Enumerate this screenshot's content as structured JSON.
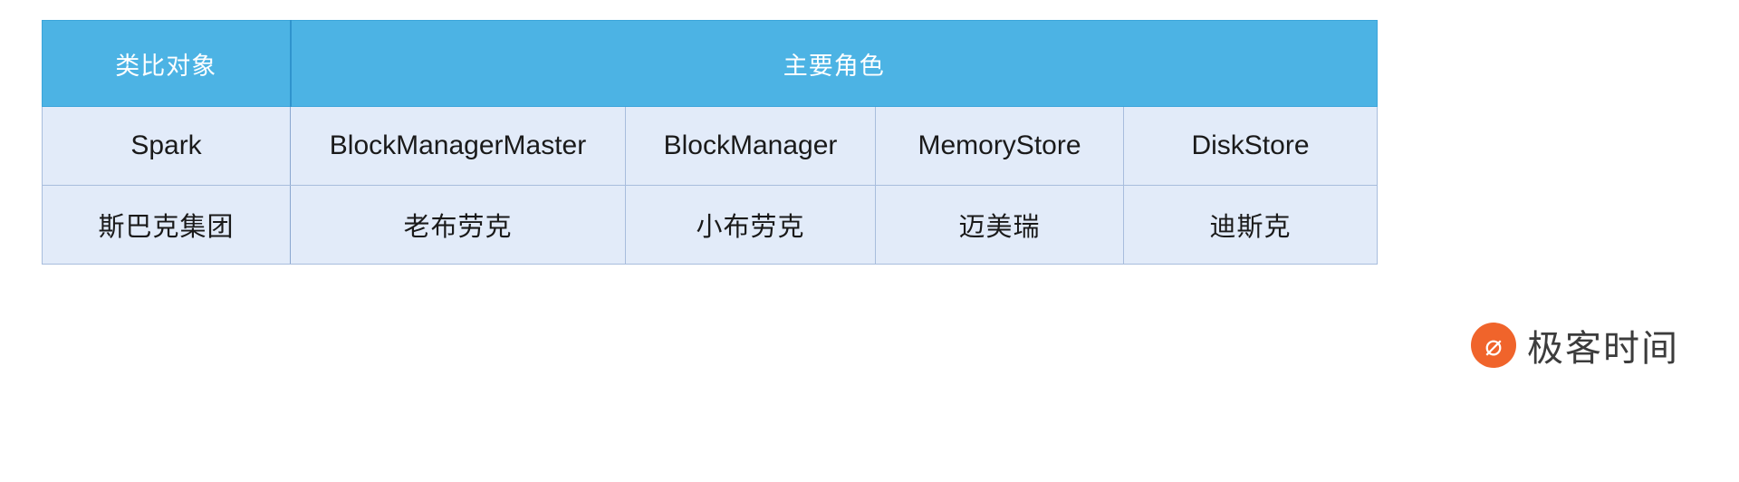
{
  "table": {
    "header": {
      "analogy_column": "类比对象",
      "roles_column": "主要角色",
      "roles_colspan": 4
    },
    "rows": [
      {
        "type": "spark-components",
        "cells": [
          "Spark",
          "BlockManagerMaster",
          "BlockManager",
          "MemoryStore",
          "DiskStore"
        ]
      },
      {
        "type": "analogy-names",
        "cells": [
          "斯巴克集团",
          "老布劳克",
          "小布劳克",
          "迈美瑞",
          "迪斯克"
        ]
      }
    ]
  },
  "brand": {
    "name": "极客时间",
    "mark_icon": "geek-time-logo-icon",
    "mark_glyph": "⌀",
    "mark_color": "#f0642b"
  },
  "colors": {
    "header_background": "#4cb3e4",
    "header_text": "#ffffff",
    "cell_background": "#e2ebf9",
    "cell_text": "#1a1a1a",
    "border": "#a8bddd",
    "page_background": "#ffffff"
  }
}
